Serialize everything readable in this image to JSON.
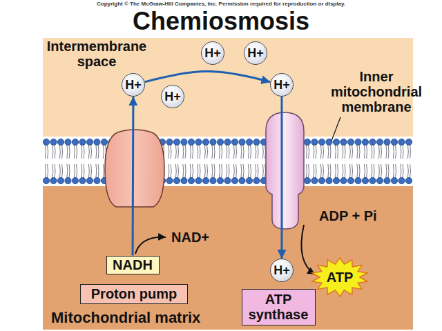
{
  "diagram": {
    "title": "Chemiosmosis",
    "nodes": [
      {
        "text": [
          "Intermembrane space"
        ]
      },
      {
        "text": [
          "H+"
        ],
        "in": 0
      },
      {
        "text": [
          "H+"
        ],
        "in": 0
      },
      {
        "text": [
          "H+"
        ],
        "in": 0
      },
      {
        "text": [
          "H+"
        ],
        "in": 0
      },
      {
        "text": [
          "H+"
        ],
        "in": 0
      },
      {
        "text": [
          "Mitochondrial matrix"
        ]
      },
      {
        "text": [
          "NADH"
        ],
        "in": 6
      },
      {
        "text": [
          "H+"
        ],
        "in": 6
      },
      {
        "text": [
          "ATP"
        ],
        "in": 6
      },
      {
        "text": [
          "Proton pump"
        ],
        "in": 6
      },
      {
        "text": [
          "ATP synthase"
        ],
        "in": 6
      }
    ],
    "edges": [
      {
        "from": 7,
        "to": 3,
        "arrow": "to"
      },
      {
        "from": 3,
        "to": 4,
        "arrow": "to"
      },
      {
        "from": 4,
        "to": 8,
        "arrow": "to"
      }
    ],
    "labels": [
      "Copyright © The McGraw-Hill Companies, Inc. Permission required for reproduction or display.",
      "Inner mitochondrial membrane",
      "NAD+",
      "ADP + Pi"
    ]
  }
}
